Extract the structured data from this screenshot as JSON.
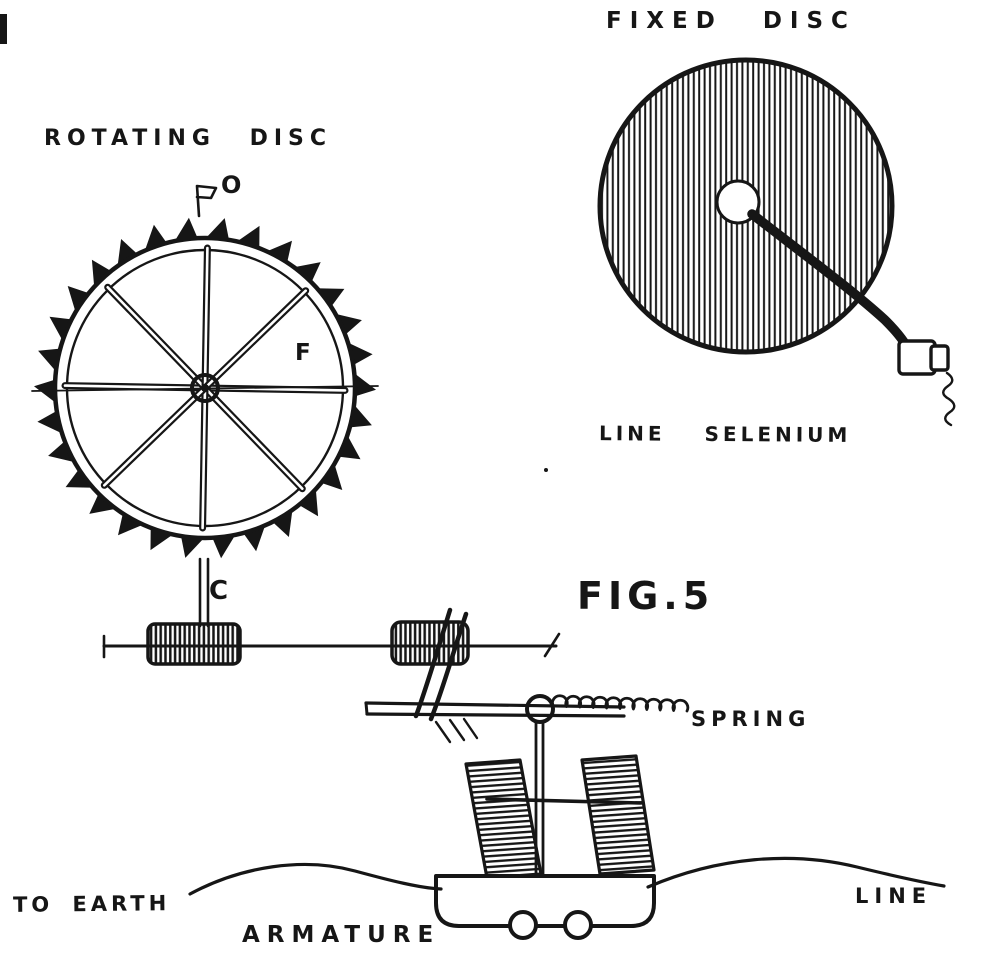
{
  "figure": {
    "number": "FIG.5",
    "ink_color": "#161616",
    "paper_color": "#ffffff"
  },
  "labels": {
    "rotating_disc": "ROTATING DISC",
    "fixed_disc": "FIXED DISC",
    "point_o": "O",
    "point_f": "F",
    "point_c": "C",
    "line_wire": "LINE",
    "selenium": "SELENIUM",
    "spring": "SPRING",
    "to_earth": "TO EARTH",
    "armature": "ARMATURE",
    "line": "LINE"
  }
}
